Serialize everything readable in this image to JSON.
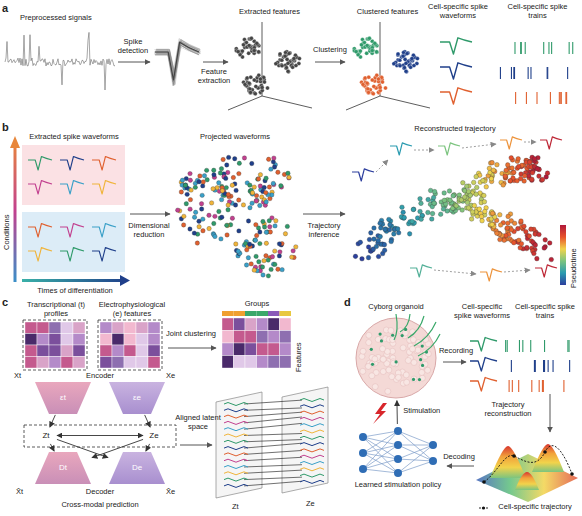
{
  "diagram": {
    "nodes": [
      {
        "text": [
          "εt"
        ]
      },
      {
        "text": [
          "εe"
        ]
      },
      {
        "text": [
          "Zt"
        ]
      },
      {
        "text": [
          "Ze"
        ]
      },
      {
        "text": [
          "Dt"
        ]
      },
      {
        "text": [
          "De"
        ]
      },
      {
        "text": [
          "Cyborg organoid"
        ]
      },
      {
        "text": [
          "Learned stimulation policy"
        ]
      }
    ],
    "edges": [
      {
        "from": 0,
        "to": 2,
        "arrow": "to"
      },
      {
        "from": 1,
        "to": 3,
        "arrow": "to"
      },
      {
        "from": 2,
        "to": 4,
        "arrow": "to"
      },
      {
        "from": 3,
        "to": 5,
        "arrow": "to"
      },
      {
        "from": 2,
        "to": 5,
        "arrow": "to"
      },
      {
        "from": 3,
        "to": 4,
        "arrow": "to"
      },
      {
        "from": 2,
        "to": 3,
        "arrow": "both"
      },
      {
        "from": 7,
        "to": 6,
        "label": "Stimulation",
        "arrow": "to"
      }
    ],
    "labels": [
      "a",
      "Preprocessed signals",
      "Spike detection",
      "Feature extraction",
      "Extracted features",
      "Clustering",
      "Clustered features",
      "Cell-specific spike waveforms",
      "Cell-specific spike trains",
      "b",
      "Extracted spike waveforms",
      "Conditions",
      "Times of differentiation",
      "Dimensional reduction",
      "Projected waveforms",
      "Trajectory inference",
      "Reconstructed trajectory",
      "Pseudotime",
      "c",
      "Transcriptional (t) profiles",
      "Electrophysiological (e) features",
      "Joint clustering",
      "Groups",
      "Features",
      "Xt",
      "Xe",
      "X̂t",
      "X̂e",
      "Cross-modal prediction",
      "Aligned latent space",
      "Zt",
      "Ze",
      "Encoder",
      "Decoder",
      "d",
      "Recording",
      "Cell-specific spike waveforms",
      "Cell-specific spike trains",
      "Trajectory reconstruction",
      "Decoding",
      "Cell-specific trajectory"
    ]
  }
}
